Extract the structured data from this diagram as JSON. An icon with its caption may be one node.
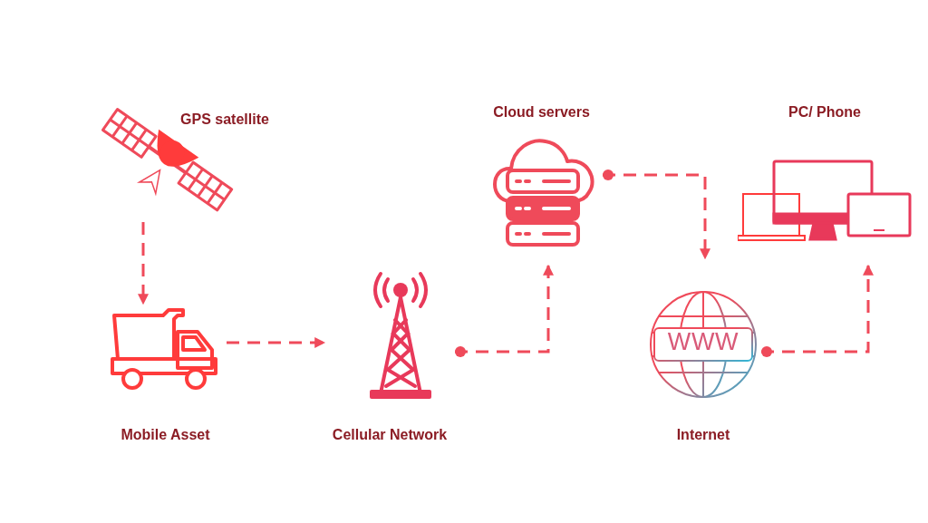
{
  "diagram": {
    "nodes": [
      {
        "text": [
          "GPS satellite"
        ]
      },
      {
        "text": [
          "Mobile Asset"
        ]
      },
      {
        "text": [
          "Cellular Network"
        ]
      },
      {
        "text": [
          "Cloud servers"
        ]
      },
      {
        "text": [
          "Internet"
        ]
      },
      {
        "text": [
          "PC/ Phone"
        ]
      }
    ],
    "edges": [
      {
        "from": 0,
        "to": 1,
        "arrow": "to",
        "style": "dashed"
      },
      {
        "from": 1,
        "to": 2,
        "arrow": "to",
        "style": "dashed"
      },
      {
        "from": 2,
        "to": 3,
        "arrow": "to",
        "style": "dashed"
      },
      {
        "from": 3,
        "to": 4,
        "arrow": "to",
        "style": "dashed"
      },
      {
        "from": 4,
        "to": 5,
        "arrow": "to",
        "style": "dashed"
      }
    ],
    "labels": [
      "WWW"
    ]
  }
}
